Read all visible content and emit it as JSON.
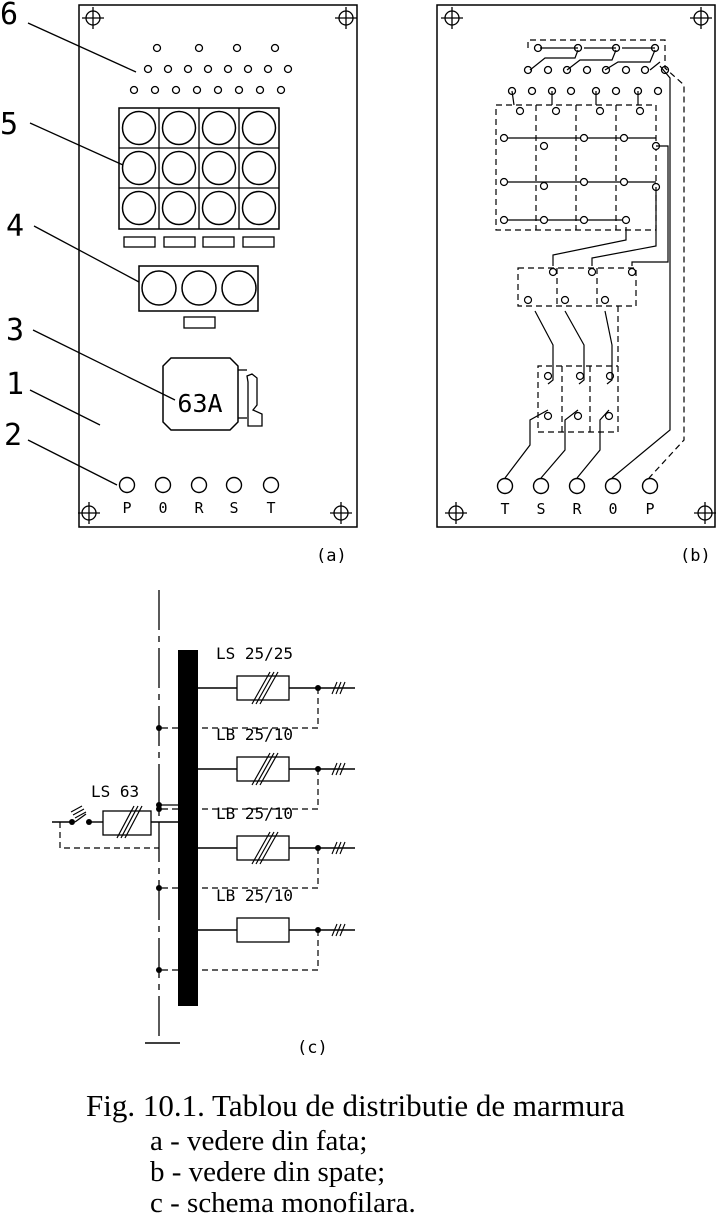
{
  "panel_a": {
    "callouts": [
      "6",
      "5",
      "4",
      "3",
      "1",
      "2"
    ],
    "breaker_rating": "63A",
    "terminal_letters": [
      "P",
      "0",
      "R",
      "S",
      "T"
    ],
    "sublabel": "(a)"
  },
  "panel_b": {
    "terminal_letters": [
      "T",
      "S",
      "R",
      "0",
      "P"
    ],
    "sublabel": "(b)"
  },
  "panel_c": {
    "main_breaker": "LS 63",
    "feeders": [
      "LS 25/25",
      "LB 25/10",
      "LB 25/10",
      "LB 25/10"
    ],
    "sublabel": "(c)"
  },
  "caption": {
    "title": "Fig. 10.1. Tablou de distributie de marmura",
    "lines": [
      "a - vedere din fata;",
      "b - vedere din spate;",
      "c - schema monofilara."
    ]
  }
}
